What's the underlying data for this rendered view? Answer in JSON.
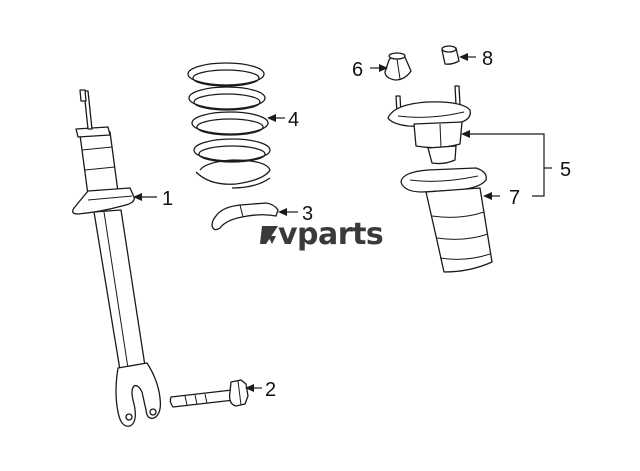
{
  "watermark": {
    "text": "vparts"
  },
  "callouts": {
    "strut": "1",
    "bolt": "2",
    "spring_seat": "3",
    "coil_spring": "4",
    "mount_assembly": "5",
    "bump_stop_cap": "6",
    "dust_boot": "7",
    "top_nut_cap": "8"
  },
  "colors": {
    "line": "#1a1a1a",
    "watermark": "#3a3a3a",
    "background": "#ffffff"
  }
}
